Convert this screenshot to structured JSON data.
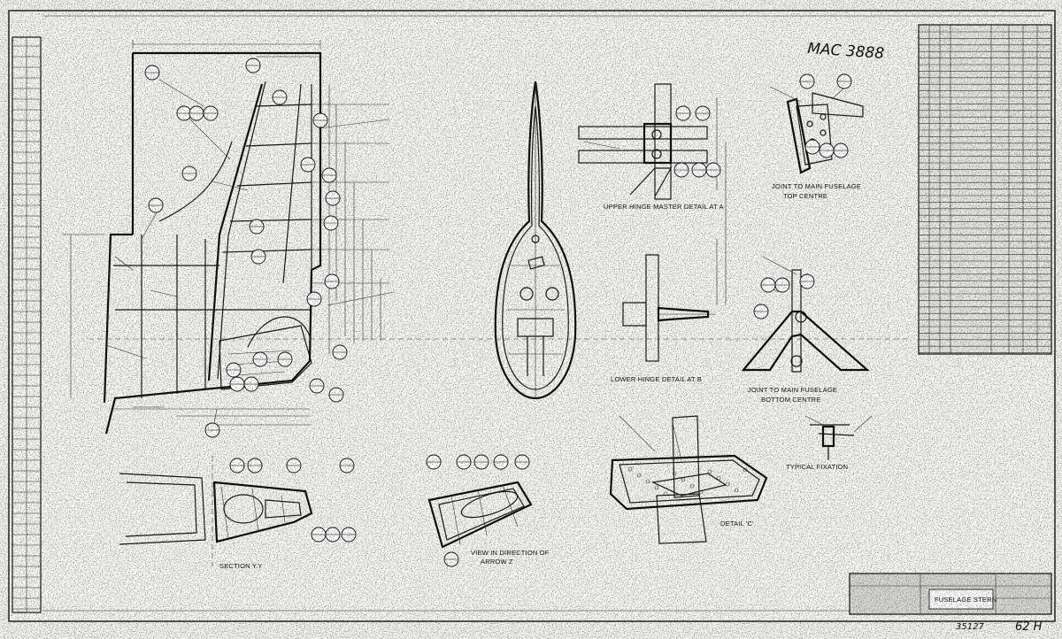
{
  "drawing": {
    "number": "MAC 3888",
    "tag_bottom_1": "35127",
    "tag_bottom_2": "62 H"
  },
  "views": {
    "upper_hinge": "UPPER HINGE MASTER DETAIL AT A",
    "lower_hinge": "LOWER HINGE DETAIL AT B",
    "joint_top_1": "JOINT TO MAIN FUSELAGE",
    "joint_top_2": "TOP CENTRE",
    "joint_bottom_1": "JOINT TO MAIN FUSELAGE",
    "joint_bottom_2": "BOTTOM CENTRE",
    "typical_fixation": "TYPICAL FIXATION",
    "detail_c": "DETAIL 'C'",
    "section_yy": "SECTION Y.Y",
    "view_arrow_1": "VIEW IN DIRECTION OF",
    "view_arrow_2": "ARROW Z"
  },
  "title_block": {
    "title": "FUSELAGE STERN"
  }
}
